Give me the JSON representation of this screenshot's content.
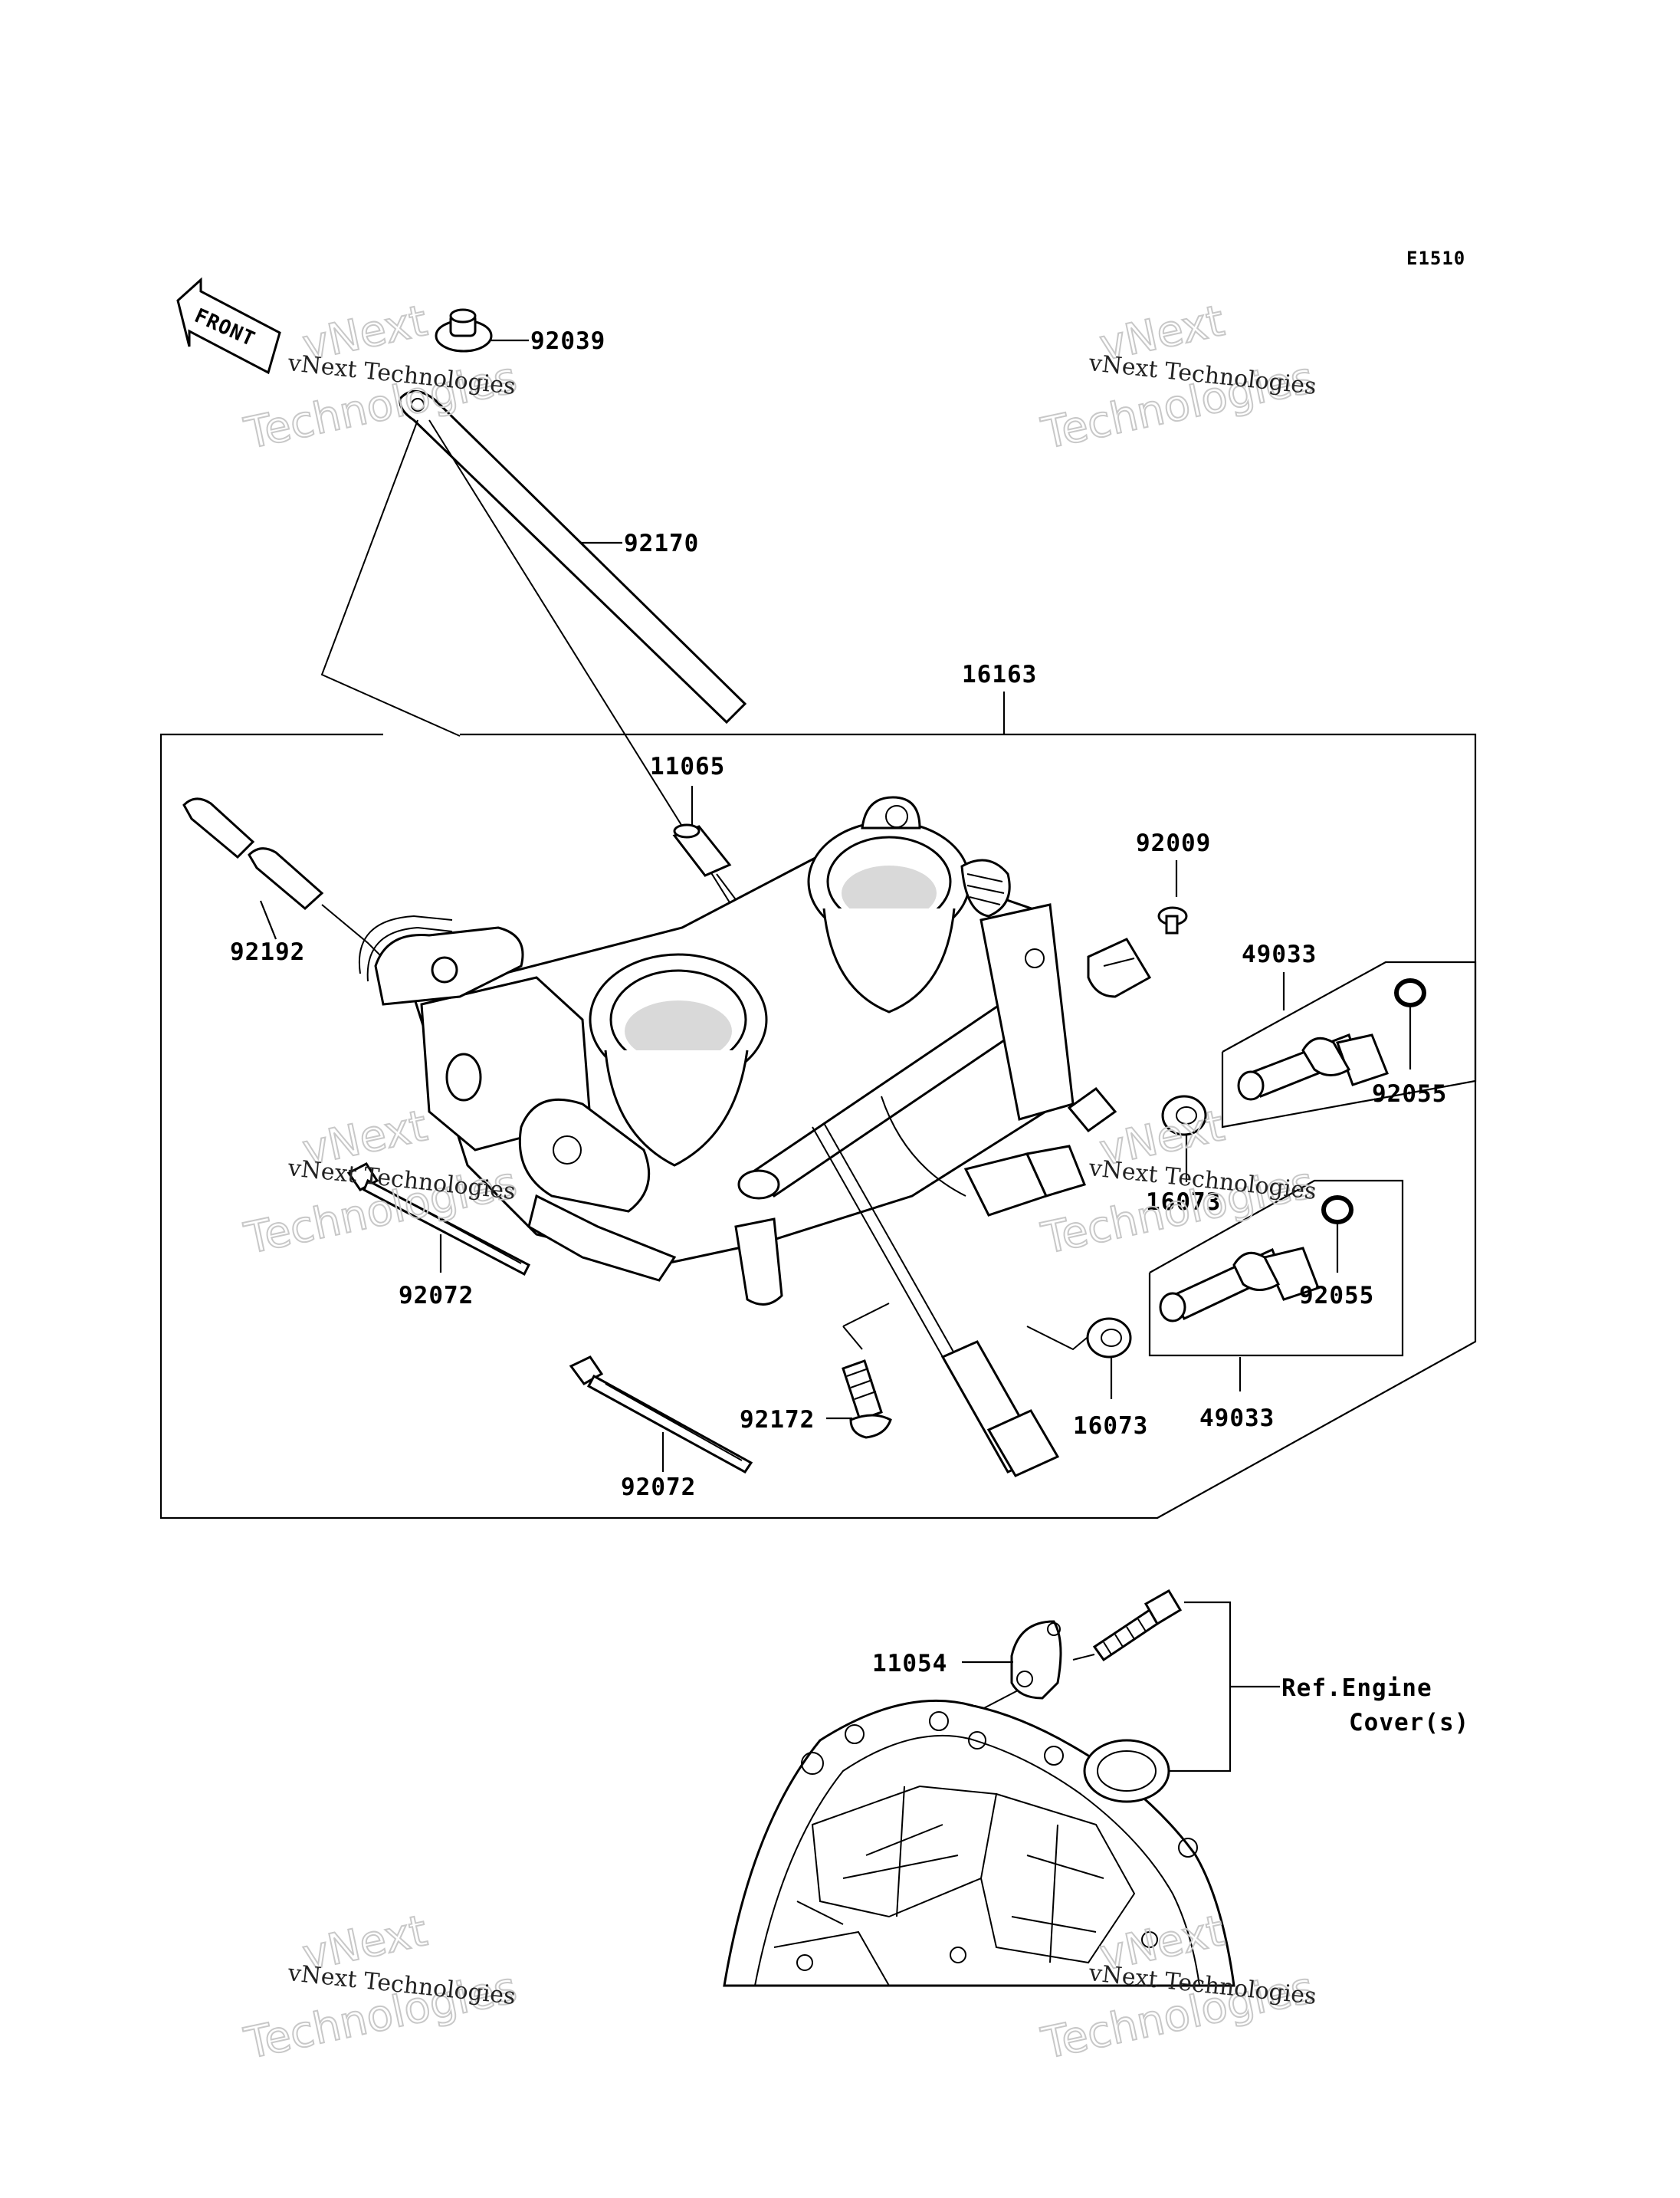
{
  "diagram_code": "E1510",
  "front_marker": "FRONT",
  "part_numbers": {
    "p92039": "92039",
    "p92170": "92170",
    "p16163": "16163",
    "p11065": "11065",
    "p92009": "92009",
    "p92192": "92192",
    "p49033_top": "49033",
    "p92055_top": "92055",
    "p16073_top": "16073",
    "p92072_left": "92072",
    "p92055_bottom": "92055",
    "p92172": "92172",
    "p16073_bottom": "16073",
    "p49033_bottom": "49033",
    "p92072_bottom": "92072",
    "p11054": "11054"
  },
  "reference": {
    "line1": "Ref.Engine",
    "line2": "Cover(s)"
  },
  "watermark": {
    "small": "vNext Technologies",
    "big_line1": "vNext",
    "big_line2": "Technologies"
  }
}
